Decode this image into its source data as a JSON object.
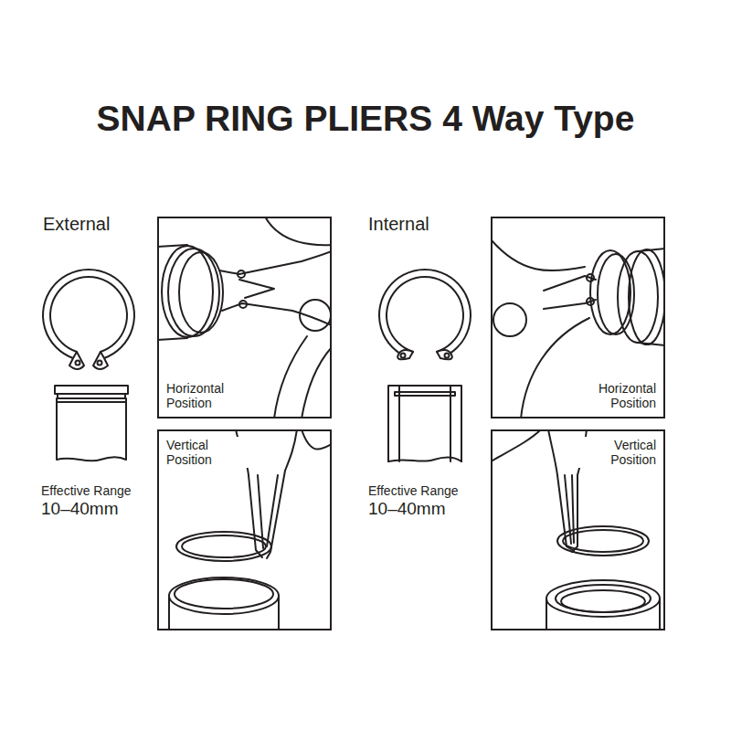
{
  "diagram": {
    "title": "SNAP RING PLIERS 4 Way Type",
    "nodes": [
      {
        "text": [
          "Horizontal Position"
        ]
      },
      {
        "text": [
          "Horizontal Position"
        ]
      },
      {
        "text": [
          "Vertical Position"
        ]
      },
      {
        "text": [
          "Vertical Position"
        ]
      }
    ],
    "labels": [
      "External",
      "Effective Range",
      "10–40mm",
      "Internal",
      "Effective Range",
      "10–40mm"
    ]
  }
}
